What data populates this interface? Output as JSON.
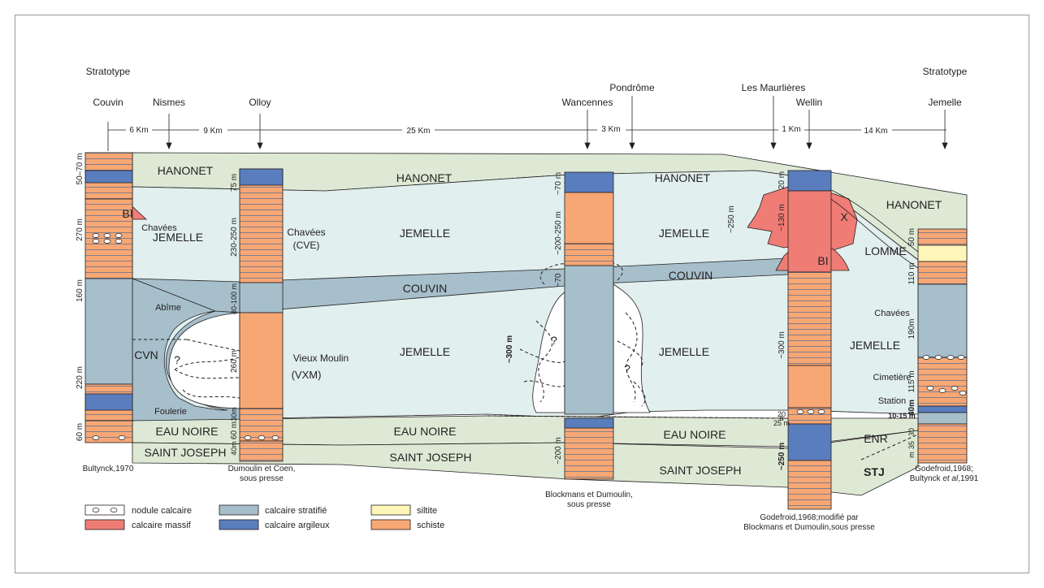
{
  "localities": {
    "couvin_strato": "Stratotype",
    "couvin": "Couvin",
    "nismes": "Nismes",
    "olloy": "Olloy",
    "wancennes": "Wancennes",
    "pondrome": "Pondrôme",
    "maurlieres": "Les Maurlières",
    "wellin": "Wellin",
    "jemelle_strato": "Stratotype",
    "jemelle": "Jemelle"
  },
  "distances": {
    "d1": "6 Km",
    "d2": "9 Km",
    "d3": "25 Km",
    "d4": "3 Km",
    "d5": "1 Km",
    "d6": "14 Km"
  },
  "formations": {
    "hanonet": "HANONET",
    "jemelle": "JEMELLE",
    "couvin": "COUVIN",
    "eau_noire": "EAU NOIRE",
    "saint_joseph": "SAINT JOSEPH",
    "lomme": "LOMME",
    "enr": "ENR",
    "stj": "STJ",
    "cvn": "CVN",
    "bi": "BI",
    "x": "X",
    "chavees": "Chavées",
    "chavees_cve_1": "Chavées",
    "chavees_cve_2": "(CVE)",
    "abime": "Abîme",
    "foulerie": "Foulerie",
    "vieux_moulin_1": "Vieux Moulin",
    "vieux_moulin_2": "(VXM)",
    "cimetiere": "Cimetière",
    "station": "Station",
    "question": "?"
  },
  "thickness": {
    "couvin_1": "50–70 m",
    "couvin_2": "270 m",
    "couvin_3": "160 m",
    "couvin_4": "220 m",
    "couvin_5": "60 m",
    "olloy_1": "75 m",
    "olloy_2": "230-250 m",
    "olloy_3": "80-100 m",
    "olloy_4": "260 m",
    "olloy_5": "30m",
    "olloy_6": "60 m",
    "olloy_7": "40m",
    "wanc_1": "~70 m",
    "wanc_2": "~200-250 m",
    "wanc_3": "~70",
    "wanc_4": "~300 m",
    "wanc_5": "~200 m",
    "pond_1": "~250 m",
    "well_1": "20 m",
    "well_2": "~130 m",
    "well_3": "~300 m",
    "well_4a": "20",
    "well_4b": "à",
    "well_4c": "25 m",
    "well_5": "~250 m",
    "jem_1": "50 m",
    "jem_2": "110 m",
    "jem_3": "190m",
    "jem_4": "115 m",
    "jem_5": "40m",
    "jem_6": "10-15 m",
    "jem_7": "30",
    "jem_8": "35",
    "jem_9": "m"
  },
  "sources": {
    "couvin": "Bultynck,1970",
    "olloy_1": "Dumoulin et Coen,",
    "olloy_2": "sous presse",
    "wanc_1": "Blockmans et Dumoulin,",
    "wanc_2": "sous presse",
    "well_1": "Godefroid,1968;modifié par",
    "well_2": "Blockmans et Dumoulin,sous presse",
    "jem_1": "Godefroid,1968;",
    "jem_2a": "Bultynck ",
    "jem_2b": "et al",
    "jem_2c": ",1991"
  },
  "legend": {
    "nodule": "nodule calcaire",
    "massif": "calcaire massif",
    "stratifie": "calcaire stratifié",
    "argileux": "calcaire argileux",
    "siltite": "siltite",
    "schiste": "schiste"
  },
  "colors": {
    "hanonet_bg": "#dde9d5",
    "jemelle_bg": "#e1efee",
    "couvin_blue": "#a6bfcb",
    "massif_red": "#ef7d76",
    "argileux_blue": "#5a7dbe",
    "schiste_orange": "#f7a774",
    "siltite_yellow": "#fdf6b8"
  }
}
